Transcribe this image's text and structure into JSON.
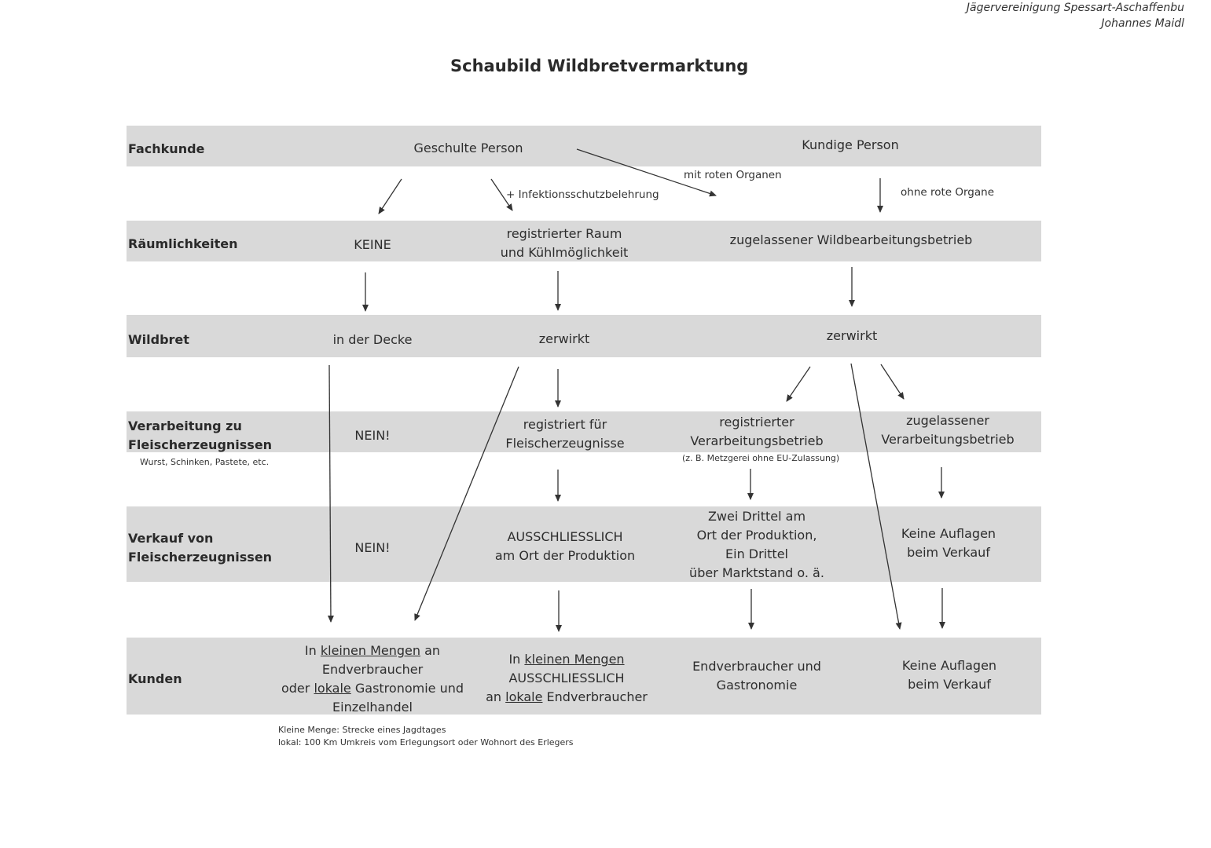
{
  "header": {
    "line1": "Jägervereinigung Spessart-Aschaffenbu",
    "line2": "Johannes Maidl"
  },
  "title": "Schaubild Wildbretvermarktung",
  "rows": {
    "fachkunde": {
      "label": "Fachkunde",
      "geschulte": "Geschulte Person",
      "kundige": "Kundige Person"
    },
    "raeume": {
      "label": "Räumlichkeiten",
      "keine": "KEINE",
      "raum_l1": "registrierter Raum",
      "raum_l2": "und Kühlmöglichkeit",
      "betrieb": "zugelassener Wildbearbeitungsbetrieb"
    },
    "wildbret": {
      "label": "Wildbret",
      "decke": "in der Decke",
      "zerwirkt1": "zerwirkt",
      "zerwirkt2": "zerwirkt"
    },
    "verarbeitung": {
      "label_l1": "Verarbeitung zu",
      "label_l2": "Fleischerzeugnissen",
      "sub": "Wurst, Schinken, Pastete, etc.",
      "nein": "NEIN!",
      "reg_l1": "registriert für",
      "reg_l2": "Fleischerzeugnisse",
      "regb_l1": "registrierter",
      "regb_l2": "Verarbeitungsbetrieb",
      "regb_note": "(z. B. Metzgerei ohne EU-Zulassung)",
      "zug_l1": "zugelassener",
      "zug_l2": "Verarbeitungsbetrieb"
    },
    "verkauf": {
      "label_l1": "Verkauf von",
      "label_l2": "Fleischerzeugnissen",
      "nein": "NEIN!",
      "aus_l1": "AUSSCHLIESSLICH",
      "aus_l2": "am Ort der Produktion",
      "zwei_l1": "Zwei Drittel am",
      "zwei_l2": "Ort der Produktion,",
      "zwei_l3": "Ein Drittel",
      "zwei_l4": "über Marktstand o. ä.",
      "keine_l1": "Keine Auflagen",
      "keine_l2": "beim Verkauf"
    },
    "kunden": {
      "label": "Kunden",
      "c1_in": "In",
      "c1_kleinen": "kleinen Mengen",
      "c1_an": "an",
      "c1_l2": "Endverbraucher",
      "c1_oder": "oder",
      "c1_lokale": "lokale",
      "c1_rest3": "Gastronomie und",
      "c1_l4": "Einzelhandel",
      "c2_in": "In",
      "c2_kleinen": "kleinen Mengen",
      "c2_l2": "AUSSCHLIESSLICH",
      "c2_an": "an",
      "c2_lokale": "lokale",
      "c2_rest3": "Endverbraucher",
      "c3_l1": "Endverbraucher und",
      "c3_l2": "Gastronomie",
      "c4_l1": "Keine Auflagen",
      "c4_l2": "beim Verkauf"
    }
  },
  "annotations": {
    "infektion": "+ Infektionsschutzbelehrung",
    "mit_roten": "mit roten Organen",
    "ohne_rote": "ohne rote Organe"
  },
  "footnotes": {
    "f1": "Kleine Menge: Strecke eines Jagdtages",
    "f2": "lokal: 100 Km Umkreis vom Erlegungsort oder Wohnort des Erlegers"
  },
  "colors": {
    "band": "#d9d9d9",
    "arrow": "#333333"
  }
}
